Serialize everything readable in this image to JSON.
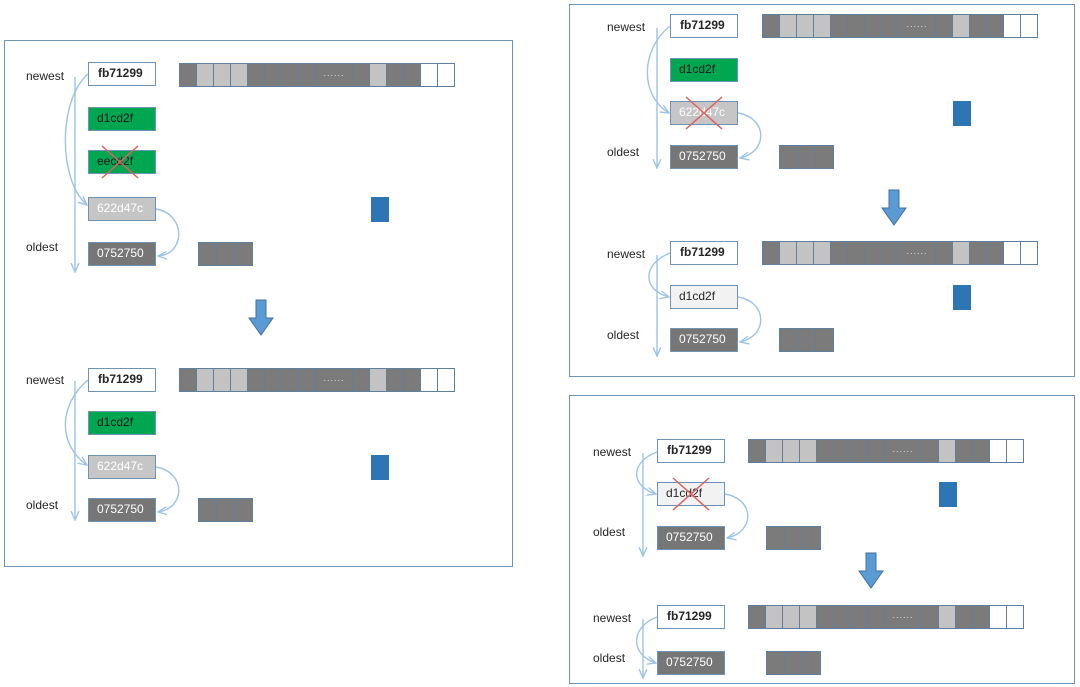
{
  "labels": {
    "newest": "newest",
    "oldest": "oldest",
    "dots": "......"
  },
  "colors": {
    "panel_border": "#6f93b6",
    "arrow_line": "#9dc3e6",
    "down_arrow": "#5b9bd5",
    "green": "#00a650",
    "light_gray": "#c6c6c6",
    "dark_gray": "#767676",
    "pale": "#f2f2f2",
    "blue_block": "#2e75b6",
    "cross": "#e06060"
  },
  "icons": {
    "transition": "down-arrow-icon",
    "deleted": "red-x-icon"
  },
  "left_panel": {
    "before": {
      "items": [
        {
          "label": "fb71299",
          "style": "head"
        },
        {
          "label": "d1cd2f",
          "style": "green"
        },
        {
          "label": "eecd2f",
          "style": "green",
          "crossed": true
        },
        {
          "label": "622d47c",
          "style": "light-gray"
        },
        {
          "label": "0752750",
          "style": "dark-gray"
        }
      ]
    },
    "after": {
      "items": [
        {
          "label": "fb71299",
          "style": "head"
        },
        {
          "label": "d1cd2f",
          "style": "green"
        },
        {
          "label": "622d47c",
          "style": "light-gray"
        },
        {
          "label": "0752750",
          "style": "dark-gray"
        }
      ]
    }
  },
  "top_right_panel": {
    "before": {
      "items": [
        {
          "label": "fb71299",
          "style": "head"
        },
        {
          "label": "d1cd2f",
          "style": "green"
        },
        {
          "label": "622d47c",
          "style": "light-gray",
          "crossed": true
        },
        {
          "label": "0752750",
          "style": "dark-gray"
        }
      ]
    },
    "after": {
      "items": [
        {
          "label": "fb71299",
          "style": "head"
        },
        {
          "label": "d1cd2f",
          "style": "pale"
        },
        {
          "label": "0752750",
          "style": "dark-gray"
        }
      ]
    }
  },
  "bottom_right_panel": {
    "before": {
      "items": [
        {
          "label": "fb71299",
          "style": "head"
        },
        {
          "label": "d1cd2f",
          "style": "pale",
          "crossed": true
        },
        {
          "label": "0752750",
          "style": "dark-gray"
        }
      ]
    },
    "after": {
      "items": [
        {
          "label": "fb71299",
          "style": "head"
        },
        {
          "label": "0752750",
          "style": "dark-gray"
        }
      ]
    }
  }
}
